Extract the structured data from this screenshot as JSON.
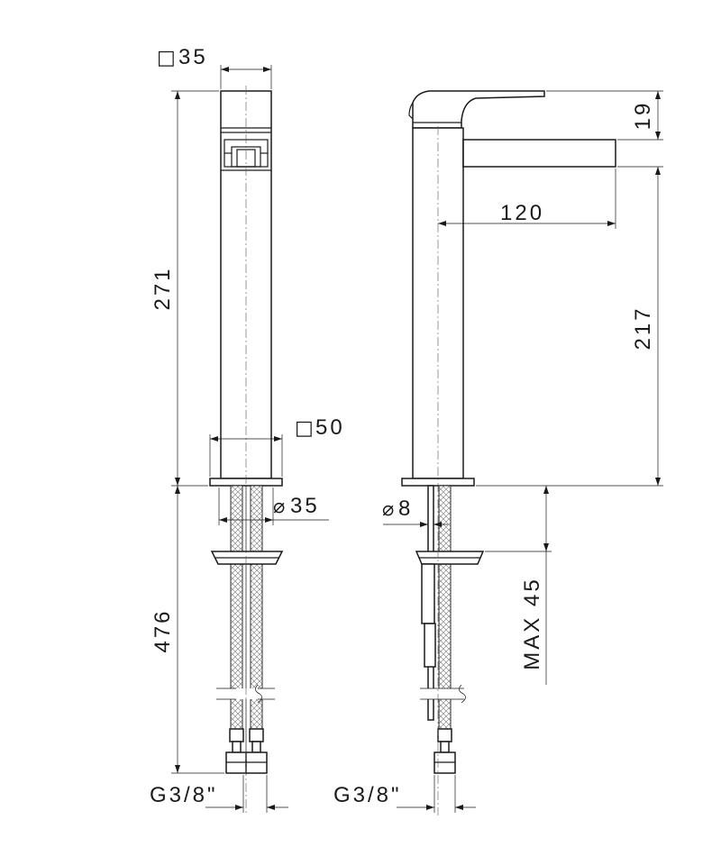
{
  "front_view": {
    "top_square": {
      "symbol": "□",
      "value": "35"
    },
    "base_square": {
      "symbol": "□",
      "value": "50"
    },
    "hose_dia": {
      "symbol": "⌀",
      "value": "35"
    },
    "height": "271",
    "hose_length": "476",
    "thread": "G3/8\""
  },
  "side_view": {
    "lever_height": "19",
    "spout_reach": "120",
    "spout_height": "217",
    "stud_dia": {
      "symbol": "⌀",
      "value": "8"
    },
    "max_thickness": "MAX 45",
    "thread": "G3/8\""
  }
}
